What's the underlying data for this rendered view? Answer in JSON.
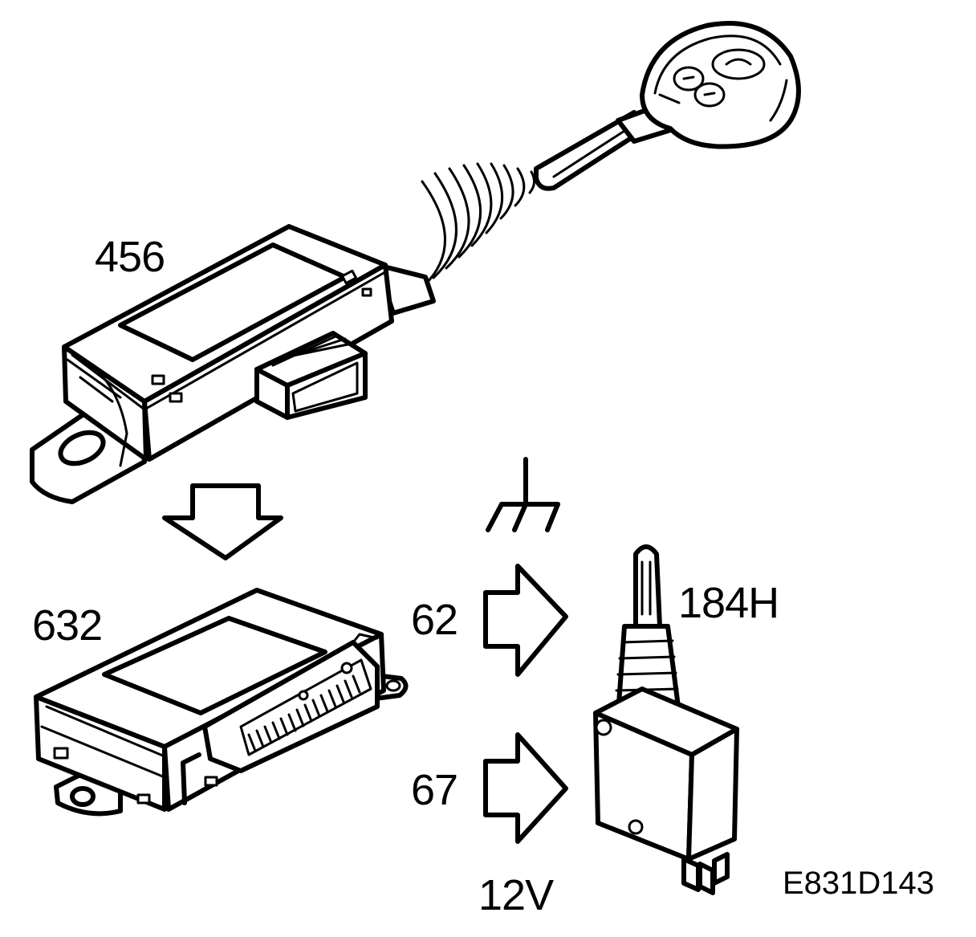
{
  "labels": {
    "control_module": "456",
    "engine_module": "632",
    "lock_motor": "184H",
    "pin_ground": "62",
    "pin_supply": "67",
    "voltage": "12V",
    "figure_code": "E831D143"
  },
  "colors": {
    "line": "#000000",
    "background": "#ffffff"
  },
  "icons": [
    "remote-key-icon",
    "radio-signal-icon",
    "ground-symbol-icon",
    "arrow-down-icon",
    "arrow-right-icon"
  ]
}
